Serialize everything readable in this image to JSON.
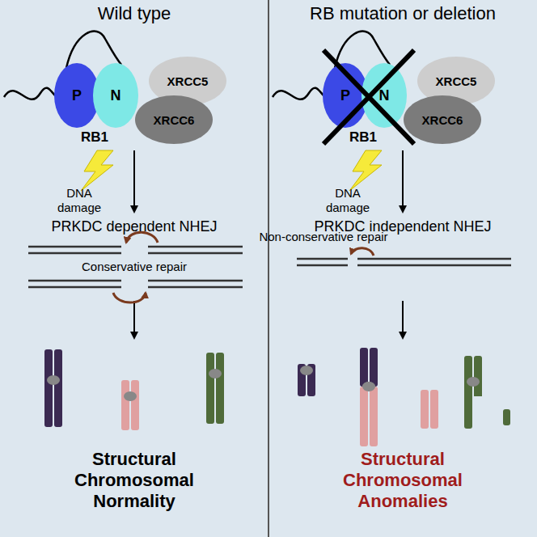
{
  "diagram": {
    "nodes": [
      {
        "text": [
          "P"
        ]
      },
      {
        "text": [
          "N"
        ]
      },
      {
        "text": [
          "XRCC5"
        ]
      },
      {
        "text": [
          "XRCC6"
        ]
      },
      {
        "text": [
          "P"
        ]
      },
      {
        "text": [
          "N"
        ]
      },
      {
        "text": [
          "XRCC5"
        ]
      },
      {
        "text": [
          "XRCC6"
        ]
      }
    ],
    "labels": [
      "Wild type",
      "RB1",
      "DNA damage",
      "PRKDC dependent NHEJ",
      "Conservative repair",
      "Structural Chromosomal Normality",
      "RB mutation or deletion",
      "RB1",
      "DNA damage",
      "PRKDC independent NHEJ",
      "Non-conservative repair",
      "Structural Chromosomal Anomalies"
    ]
  }
}
